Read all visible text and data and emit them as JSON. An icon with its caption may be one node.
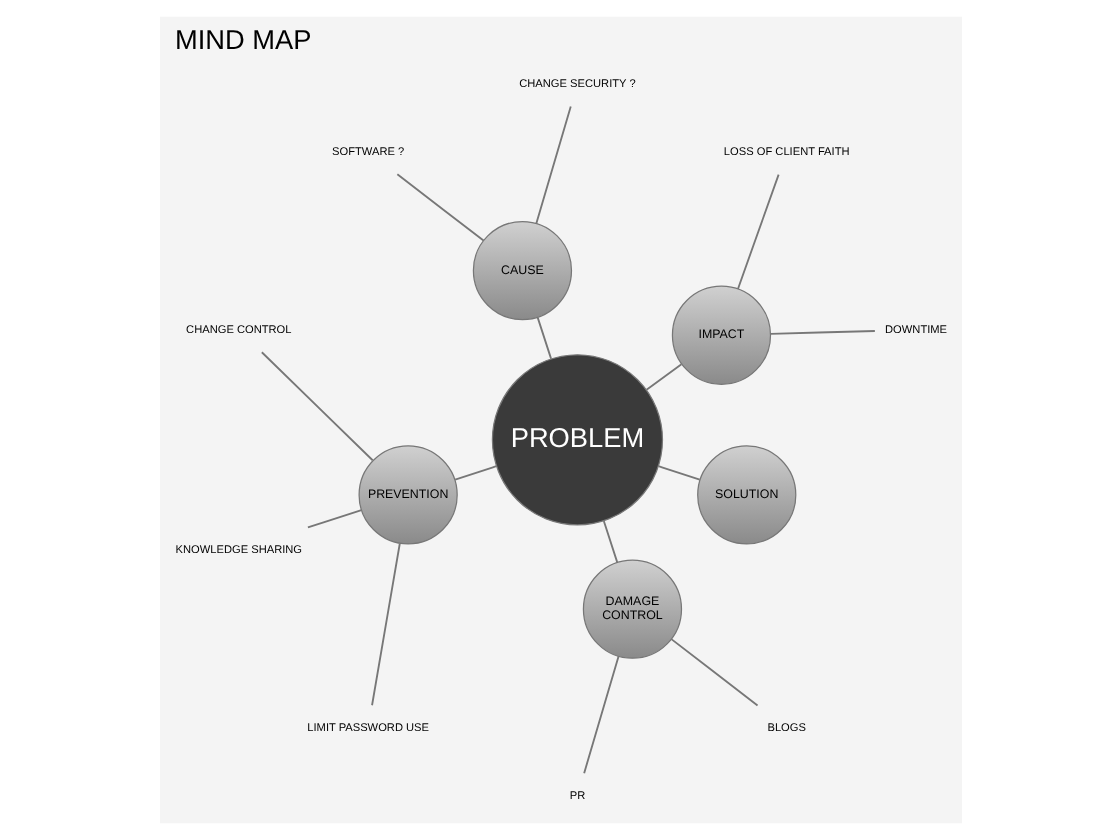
{
  "diagram": {
    "title": "MIND MAP",
    "nodes": [
      {
        "text": [
          "PROBLEM"
        ]
      },
      {
        "text": [
          "IMPACT"
        ]
      },
      {
        "text": [
          "CAUSE"
        ]
      },
      {
        "text": [
          "PREVENTION"
        ]
      },
      {
        "text": [
          "DAMAGE CONTROL"
        ]
      },
      {
        "text": [
          "SOLUTION"
        ]
      },
      {
        "text": [
          "DOWNTIME"
        ]
      },
      {
        "text": [
          "LOSS OF CLIENT FAITH"
        ]
      },
      {
        "text": [
          "CHANGE SECURITY ?"
        ]
      },
      {
        "text": [
          "SOFTWARE ?"
        ]
      },
      {
        "text": [
          "CHANGE CONTROL"
        ]
      },
      {
        "text": [
          "KNOWLEDGE SHARING"
        ]
      },
      {
        "text": [
          "LIMIT PASSWORD USE"
        ]
      },
      {
        "text": [
          "PR"
        ]
      },
      {
        "text": [
          "BLOGS"
        ]
      }
    ],
    "edges": [
      {
        "from": 0,
        "to": 1,
        "arrow": "none"
      },
      {
        "from": 0,
        "to": 2,
        "arrow": "none"
      },
      {
        "from": 0,
        "to": 3,
        "arrow": "none"
      },
      {
        "from": 0,
        "to": 4,
        "arrow": "none"
      },
      {
        "from": 0,
        "to": 5,
        "arrow": "none"
      },
      {
        "from": 1,
        "to": 6,
        "arrow": "none"
      },
      {
        "from": 1,
        "to": 7,
        "arrow": "none"
      },
      {
        "from": 2,
        "to": 8,
        "arrow": "none"
      },
      {
        "from": 2,
        "to": 9,
        "arrow": "none"
      },
      {
        "from": 3,
        "to": 10,
        "arrow": "none"
      },
      {
        "from": 3,
        "to": 11,
        "arrow": "none"
      },
      {
        "from": 3,
        "to": 12,
        "arrow": "none"
      },
      {
        "from": 4,
        "to": 13,
        "arrow": "none"
      },
      {
        "from": 4,
        "to": 14,
        "arrow": "none"
      }
    ]
  }
}
